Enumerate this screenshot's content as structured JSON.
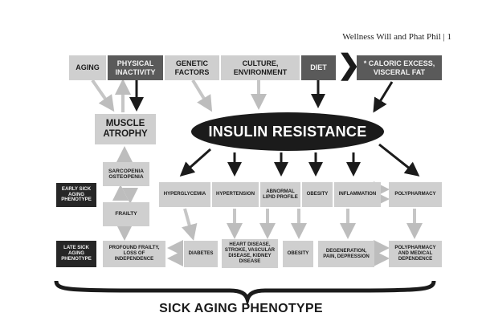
{
  "header": {
    "text": "Wellness Will and Phat Phil | 1"
  },
  "causes": {
    "aging": "AGING",
    "physical_inactivity": "PHYSICAL INACTIVITY",
    "genetic_factors": "GENETIC FACTORS",
    "culture_environment": "CULTURE, ENVIRONMENT",
    "diet": "DIET",
    "chevron": "❯",
    "caloric_excess": "* CALORIC EXCESS, VISCERAL FAT"
  },
  "central": {
    "muscle_atrophy": "MUSCLE ATROPHY",
    "insulin_resistance": "INSULIN RESISTANCE",
    "sarcopenia": "SARCOPENIA OSTEOPENIA",
    "frailty": "FRAILTY"
  },
  "early_row": {
    "label": "EARLY SICK AGING PHENOTYPE",
    "items": [
      "HYPERGLYCEMIA",
      "HYPERTENSION",
      "ABNORMAL LIPID PROFILE",
      "OBESITY",
      "INFLAMMATION",
      "POLYPHARMACY"
    ]
  },
  "late_row": {
    "label": "LATE SICK AGING PHENOTYPE",
    "profound_frailty": "PROFOUND FRAILTY, LOSS OF INDEPENDENCE",
    "diabetes": "DIABETES",
    "heart_disease": "HEART DISEASE, STROKE, VASCULAR DISEASE, KIDNEY DISEASE",
    "obesity": "OBESITY",
    "degeneration": "DEGENERATION, PAIN, DEPRESSION",
    "polypharmacy_dependence": "POLYPHARMACY AND MEDICAL DEPENDENCE"
  },
  "footer": {
    "title": "SICK AGING PHENOTYPE"
  }
}
